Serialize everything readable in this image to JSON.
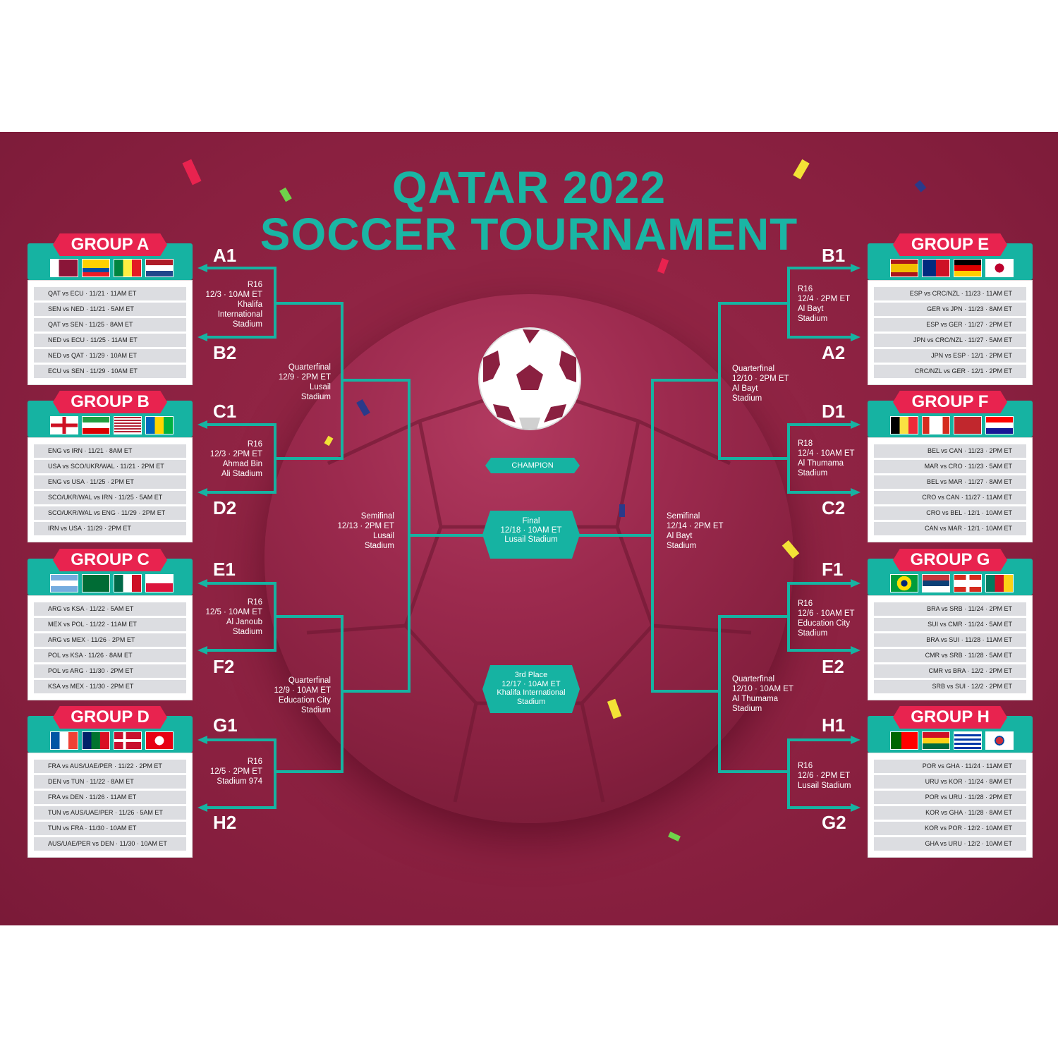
{
  "title_line1": "QATAR 2022",
  "title_line2": "SOCCER TOURNAMENT",
  "champion_label": "CHAMPION",
  "final": {
    "line1": "Final",
    "line2": "12/18 · 10AM ET",
    "line3": "Lusail Stadium"
  },
  "third": {
    "line1": "3rd Place",
    "line2": "12/17 · 10AM ET",
    "line3": "Khalifa International",
    "line4": "Stadium"
  },
  "groups": [
    {
      "name": "GROUP A",
      "flags": [
        "QAT",
        "ECU",
        "SEN",
        "NED"
      ],
      "matches": [
        "QAT vs ECU · 11/21 · 11AM ET",
        "SEN vs NED · 11/21 · 5AM ET",
        "QAT vs SEN · 11/25 · 8AM ET",
        "NED vs ECU · 11/25 · 11AM ET",
        "NED vs QAT · 11/29 · 10AM ET",
        "ECU vs SEN · 11/29 · 10AM ET"
      ]
    },
    {
      "name": "GROUP B",
      "flags": [
        "ENG",
        "IRN",
        "USA",
        "SCO/UKR/WAL"
      ],
      "matches": [
        "ENG vs IRN · 11/21 · 8AM ET",
        "USA vs SCO/UKR/WAL · 11/21 · 2PM ET",
        "ENG vs USA · 11/25 · 2PM ET",
        "SCO/UKR/WAL vs IRN · 11/25 · 5AM ET",
        "SCO/UKR/WAL vs ENG · 11/29 · 2PM ET",
        "IRN vs USA · 11/29 · 2PM ET"
      ]
    },
    {
      "name": "GROUP C",
      "flags": [
        "ARG",
        "KSA",
        "MEX",
        "POL"
      ],
      "matches": [
        "ARG vs KSA · 11/22 · 5AM ET",
        "MEX vs POL · 11/22 · 11AM ET",
        "ARG vs MEX · 11/26 · 2PM ET",
        "POL vs KSA · 11/26 · 8AM ET",
        "POL vs ARG · 11/30 · 2PM ET",
        "KSA vs MEX · 11/30 · 2PM ET"
      ]
    },
    {
      "name": "GROUP D",
      "flags": [
        "FRA",
        "AUS/UAE/PER",
        "DEN",
        "TUN"
      ],
      "matches": [
        "FRA vs AUS/UAE/PER · 11/22 · 2PM ET",
        "DEN vs TUN · 11/22 · 8AM ET",
        "FRA vs DEN · 11/26 · 11AM ET",
        "TUN vs AUS/UAE/PER · 11/26 · 5AM ET",
        "TUN vs FRA · 11/30 · 10AM ET",
        "AUS/UAE/PER vs DEN · 11/30 · 10AM ET"
      ]
    },
    {
      "name": "GROUP E",
      "flags": [
        "ESP",
        "CRC/NZL",
        "GER",
        "JPN"
      ],
      "matches": [
        "ESP vs CRC/NZL · 11/23 · 11AM ET",
        "GER vs JPN · 11/23 · 8AM ET",
        "ESP vs GER · 11/27 · 2PM ET",
        "JPN vs CRC/NZL · 11/27 · 5AM ET",
        "JPN vs ESP · 12/1 · 2PM ET",
        "CRC/NZL vs GER · 12/1 · 2PM ET"
      ]
    },
    {
      "name": "GROUP F",
      "flags": [
        "BEL",
        "CAN",
        "MAR",
        "CRO"
      ],
      "matches": [
        "BEL vs CAN · 11/23 · 2PM ET",
        "MAR vs CRO · 11/23 · 5AM ET",
        "BEL vs MAR · 11/27 · 8AM ET",
        "CRO vs CAN · 11/27 · 11AM ET",
        "CRO vs BEL · 12/1 · 10AM ET",
        "CAN vs MAR · 12/1 · 10AM ET"
      ]
    },
    {
      "name": "GROUP G",
      "flags": [
        "BRA",
        "SRB",
        "SUI",
        "CMR"
      ],
      "matches": [
        "BRA vs SRB · 11/24 · 2PM ET",
        "SUI vs CMR · 11/24 · 5AM ET",
        "BRA vs SUI · 11/28 · 11AM ET",
        "CMR vs SRB · 11/28 · 5AM ET",
        "CMR vs BRA · 12/2 · 2PM ET",
        "SRB vs SUI · 12/2 · 2PM ET"
      ]
    },
    {
      "name": "GROUP H",
      "flags": [
        "POR",
        "GHA",
        "URU",
        "KOR"
      ],
      "matches": [
        "POR vs GHA · 11/24 · 11AM ET",
        "URU vs KOR · 11/24 · 8AM ET",
        "POR vs URU · 11/28 · 2PM ET",
        "KOR vs GHA · 11/28 · 8AM ET",
        "KOR vs POR · 12/2 · 10AM ET",
        "GHA vs URU · 12/2 · 10AM ET"
      ]
    }
  ],
  "slots": [
    "A1",
    "B2",
    "C1",
    "D2",
    "E1",
    "F2",
    "G1",
    "H2",
    "B1",
    "A2",
    "D1",
    "C2",
    "F1",
    "E2",
    "H1",
    "G2"
  ],
  "rounds": {
    "l1": [
      "R16",
      "12/3 · 10AM ET",
      "Khalifa",
      "International",
      "Stadium"
    ],
    "l2": [
      "R16",
      "12/3 · 2PM ET",
      "Ahmad Bin",
      "Ali Stadium"
    ],
    "l3": [
      "R16",
      "12/5 · 10AM ET",
      "Al Janoub",
      "Stadium"
    ],
    "l4": [
      "R16",
      "12/5 · 2PM ET",
      "Stadium 974"
    ],
    "lq1": [
      "Quarterfinal",
      "12/9 · 2PM ET",
      "Lusail",
      "Stadium"
    ],
    "lq2": [
      "Quarterfinal",
      "12/9 · 10AM ET",
      "Education City",
      "Stadium"
    ],
    "ls": [
      "Semifinal",
      "12/13 · 2PM ET",
      "Lusail",
      "Stadium"
    ],
    "r1": [
      "R16",
      "12/4 · 2PM ET",
      "Al Bayt",
      "Stadium"
    ],
    "r2": [
      "R18",
      "12/4 · 10AM ET",
      "Al Thumama",
      "Stadium"
    ],
    "r3": [
      "R16",
      "12/6 · 10AM ET",
      "Education City",
      "Stadium"
    ],
    "r4": [
      "R16",
      "12/6 · 2PM ET",
      "Lusail Stadium"
    ],
    "rq1": [
      "Quarterfinal",
      "12/10 · 2PM ET",
      "Al Bayt",
      "Stadium"
    ],
    "rq2": [
      "Quarterfinal",
      "12/10 · 10AM ET",
      "Al Thumama",
      "Stadium"
    ],
    "rs": [
      "Semifinal",
      "12/14 · 2PM ET",
      "Al Bayt",
      "Stadium"
    ]
  },
  "colors": {
    "teal": "#16b3a2",
    "maroon": "#8a2040",
    "pink": "#e8234f"
  }
}
